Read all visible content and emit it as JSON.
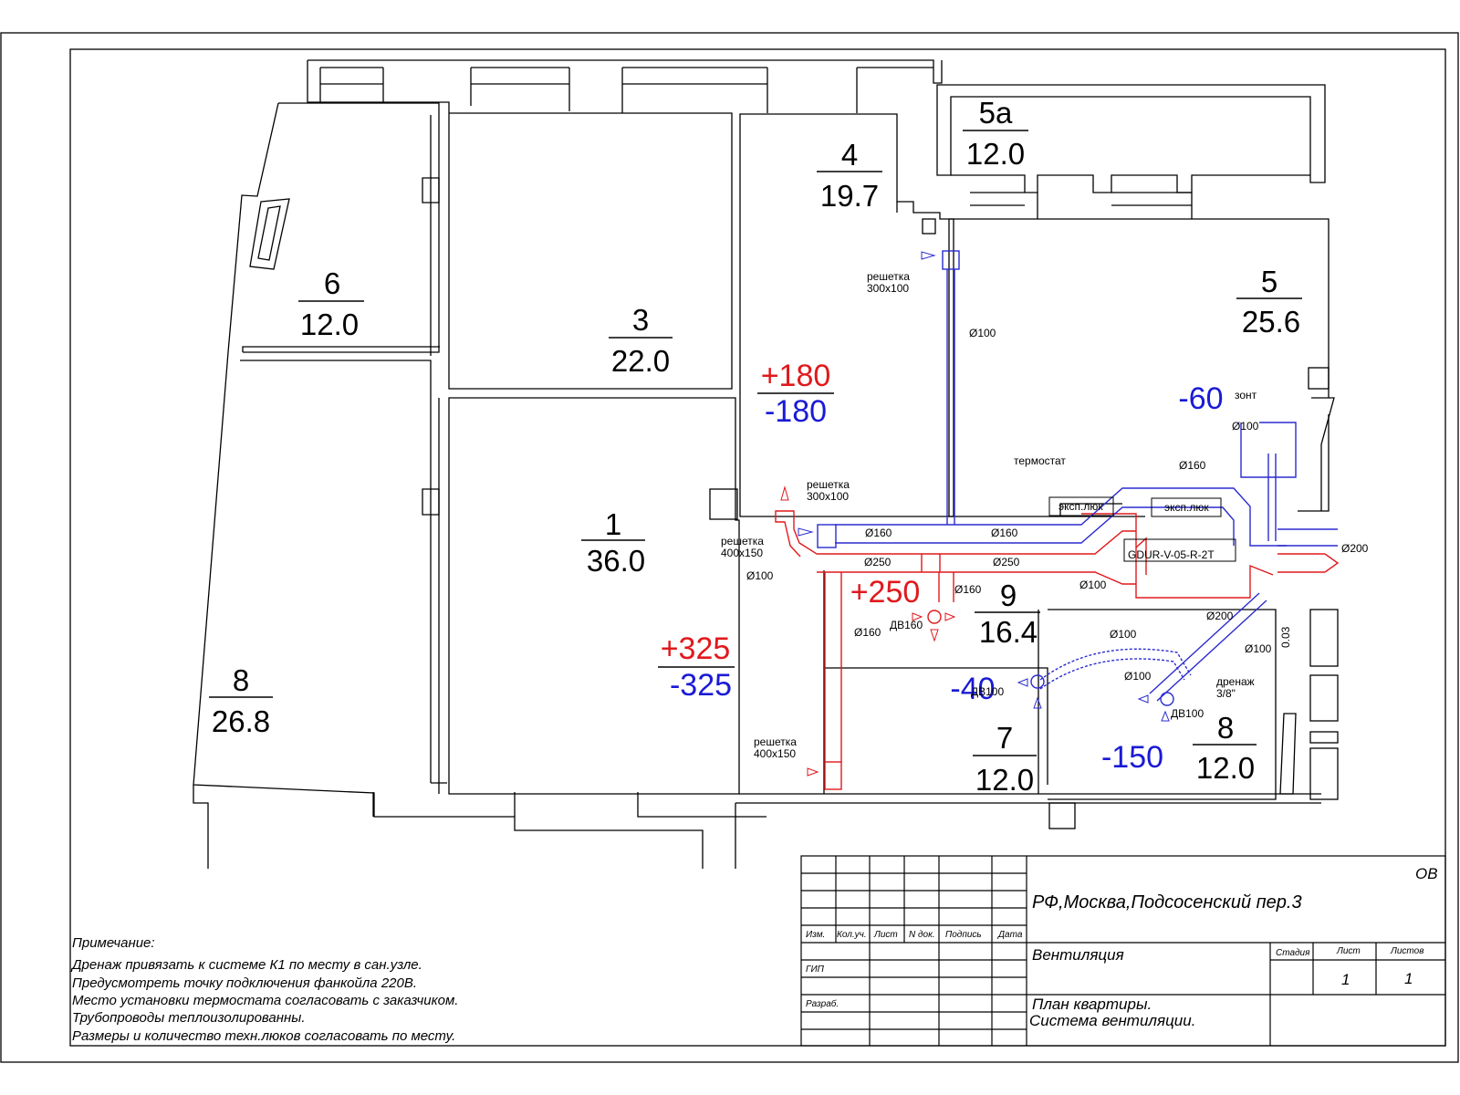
{
  "rooms": [
    {
      "id": "r1",
      "number": "1",
      "area": "36.0"
    },
    {
      "id": "r3",
      "number": "3",
      "area": "22.0"
    },
    {
      "id": "r4",
      "number": "4",
      "area": "19.7"
    },
    {
      "id": "r5a",
      "number": "5а",
      "area": "12.0"
    },
    {
      "id": "r5",
      "number": "5",
      "area": "25.6"
    },
    {
      "id": "r6",
      "number": "6",
      "area": "12.0"
    },
    {
      "id": "r7",
      "number": "7",
      "area": "12.0"
    },
    {
      "id": "r8a",
      "number": "8",
      "area": "26.8"
    },
    {
      "id": "r8b",
      "number": "8",
      "area": "12.0"
    },
    {
      "id": "r9",
      "number": "9",
      "area": "16.4"
    }
  ],
  "flows": {
    "r4_supply": "+180",
    "r4_exhaust": "-180",
    "r1_supply": "+325",
    "r1_exhaust": "-325",
    "r9_supply": "+250",
    "r5_exhaust": "-60",
    "r7_exhaust": "-40",
    "r8_exhaust": "-150"
  },
  "labels": {
    "grille_300": "решетка",
    "grille_300_size": "300х100",
    "grille_300b": "решетка",
    "grille_300b_size": "300х100",
    "grille_400a": "решетка",
    "grille_400a_size": "400х150",
    "grille_400b": "решетка",
    "grille_400b_size": "400х150",
    "d100_a": "Ø100",
    "d100_b": "Ø100",
    "d100_c": "Ø100",
    "d100_d": "Ø100",
    "d100_e": "Ø100",
    "d100_f": "Ø100",
    "d100_g": "Ø100",
    "d160_a": "Ø160",
    "d160_b": "Ø160",
    "d160_c": "Ø160",
    "d160_d": "Ø160",
    "d160_e": "Ø160",
    "d250_a": "Ø250",
    "d250_b": "Ø250",
    "d200_a": "Ø200",
    "d200_b": "Ø200",
    "hood": "зонт",
    "thermostat": "термостат",
    "hatch_a": "эксп.люк",
    "hatch_b": "эксп.люк",
    "unit": "GDUR-V-05-R-2T",
    "dv160": "ДВ160",
    "dv100_a": "ДВ100",
    "dv100_b": "ДВ100",
    "drain": "дренаж",
    "drain_size": "3/8\"",
    "slope": "0.03"
  },
  "notes": {
    "title": "Примечание:",
    "lines": [
      "Дренаж привязать к системе К1 по месту в сан.узле.",
      "Предусмотреть точку подключения фанкойла 220В.",
      "Место установки термостата согласовать с заказчиком.",
      "Трубопроводы теплоизолированны.",
      "Размеры и количество техн.люков согласовать по месту."
    ]
  },
  "title_block": {
    "code": "ОВ",
    "address": "РФ,Москва,Подсосенский пер.3",
    "col_headers": [
      "Изм.",
      "Кол.уч.",
      "Лист",
      "N док.",
      "Подпись",
      "Дата"
    ],
    "row_gip": "ГИП",
    "row_razrab": "Разраб.",
    "section": "Вентиляция",
    "stage_header": "Стадия",
    "sheet_header": "Лист",
    "sheets_header": "Листов",
    "sheet": "1",
    "sheets": "1",
    "drawing_line1": "План квартиры.",
    "drawing_line2": "Система  вентиляции."
  }
}
